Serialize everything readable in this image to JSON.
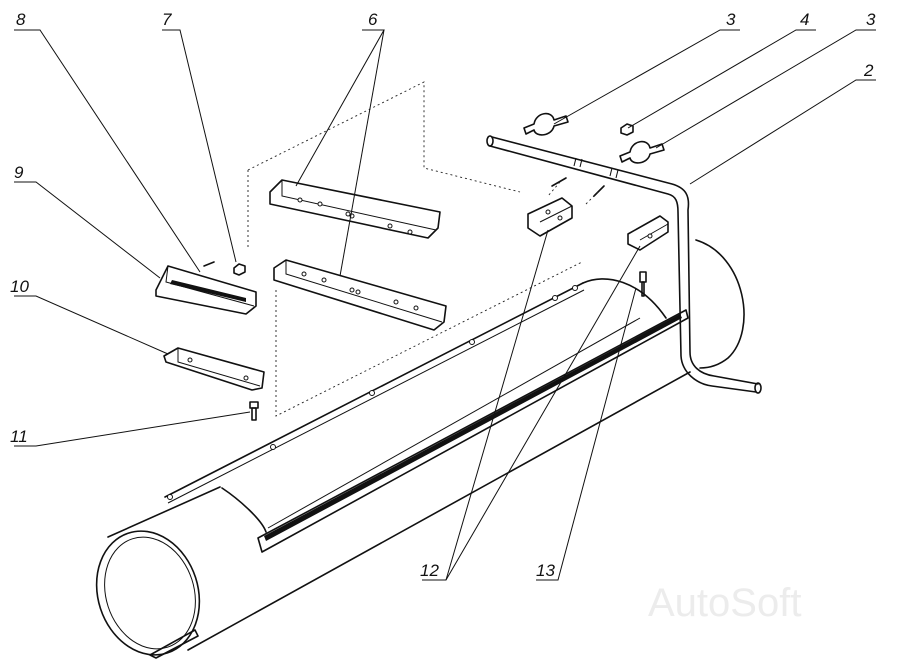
{
  "callouts": {
    "c8": "8",
    "c7": "7",
    "c6": "6",
    "c3a": "3",
    "c4": "4",
    "c3b": "3",
    "c2": "2",
    "c9": "9",
    "c10": "10",
    "c11": "11",
    "c12": "12",
    "c13": "13"
  },
  "watermark": "AutoSoft"
}
